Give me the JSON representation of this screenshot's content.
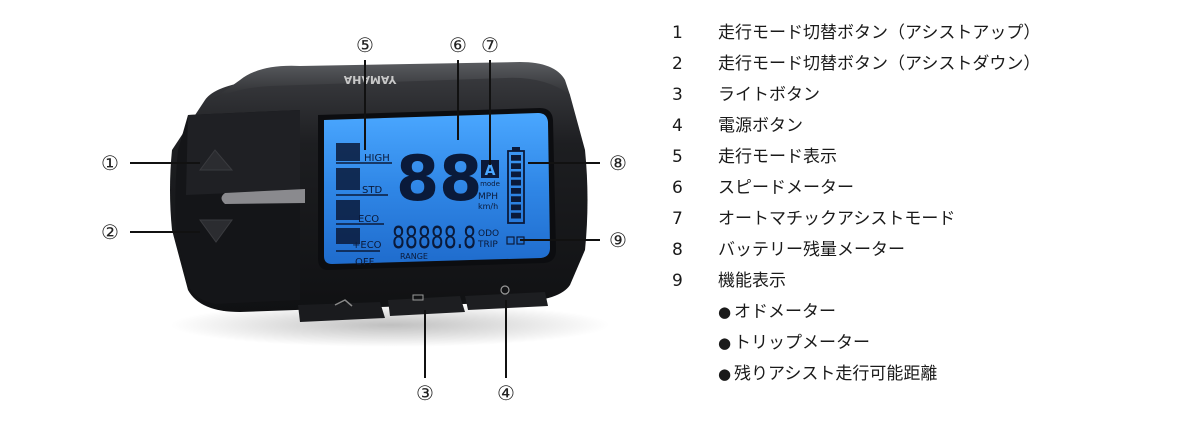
{
  "device": {
    "brand_logo": "YAMAHA",
    "lcd": {
      "speed_digits": "88",
      "speed_units": [
        "MPH",
        "km/h"
      ],
      "mode_labels": [
        "HIGH",
        "STD",
        "ECO",
        "+ECO",
        "OFF"
      ],
      "auto_mode_letter": "A",
      "auto_mode_caption": "mode",
      "odometer_digits": "88888.8",
      "function_labels": [
        "ODO",
        "TRIP"
      ],
      "range_label": "RANGE"
    }
  },
  "callouts": [
    {
      "number": "①",
      "target": "assist-up-button"
    },
    {
      "number": "②",
      "target": "assist-down-button"
    },
    {
      "number": "③",
      "target": "light-button"
    },
    {
      "number": "④",
      "target": "power-button"
    },
    {
      "number": "⑤",
      "target": "mode-display"
    },
    {
      "number": "⑥",
      "target": "speedometer"
    },
    {
      "number": "⑦",
      "target": "auto-assist-mode"
    },
    {
      "number": "⑧",
      "target": "battery-gauge"
    },
    {
      "number": "⑨",
      "target": "function-display"
    }
  ],
  "legend": {
    "items": [
      {
        "number": "1",
        "label": "走行モード切替ボタン（アシストアップ）"
      },
      {
        "number": "2",
        "label": "走行モード切替ボタン（アシストダウン）"
      },
      {
        "number": "3",
        "label": "ライトボタン"
      },
      {
        "number": "4",
        "label": "電源ボタン"
      },
      {
        "number": "5",
        "label": "走行モード表示"
      },
      {
        "number": "6",
        "label": "スピードメーター"
      },
      {
        "number": "7",
        "label": "オートマチックアシストモード"
      },
      {
        "number": "8",
        "label": "バッテリー残量メーター"
      },
      {
        "number": "9",
        "label": "機能表示"
      }
    ],
    "bullet": "●",
    "sub_items": [
      {
        "label": "オドメーター"
      },
      {
        "label": "トリップメーター"
      },
      {
        "label": "残りアシスト走行可能距離"
      }
    ]
  },
  "colors": {
    "lcd_backlight": "#3a8fe8",
    "lcd_glow": "#6fc3ff",
    "body": "#1c1d20",
    "segment": "#0b1a3a"
  }
}
